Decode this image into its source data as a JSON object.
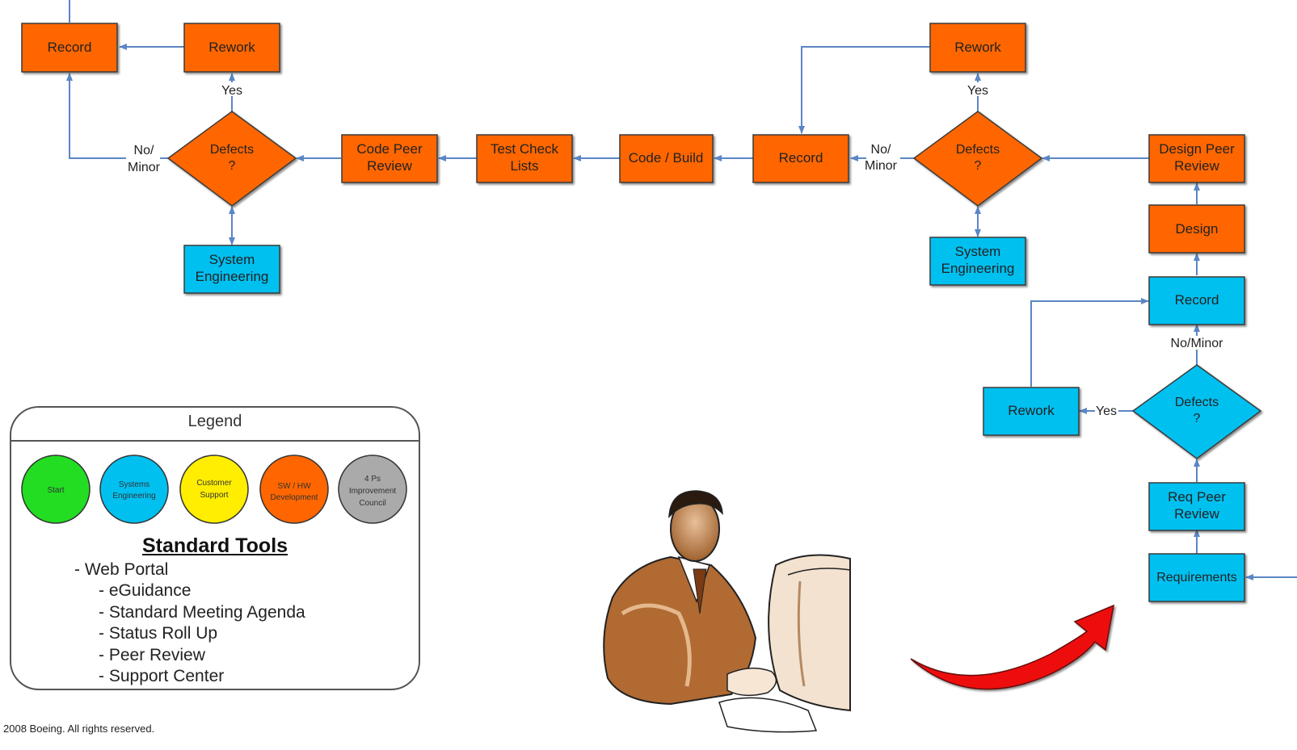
{
  "colors": {
    "orange": "#ff6600",
    "cyan": "#00c0f0",
    "arrow": "#5b86c5",
    "start_green": "#22dd22",
    "customer_yellow": "#ffee00",
    "council_gray": "#aaaaaa",
    "red_arrow": "#ee1111"
  },
  "flow": {
    "rework_tl": "Rework",
    "record_tl": "Record",
    "yes_tl": "Yes",
    "defects_l_1": "Defects",
    "defects_l_2": "?",
    "no_minor_l_1": "No/",
    "no_minor_l_2": "Minor",
    "sys_eng_l_1": "System",
    "sys_eng_l_2": "Engineering",
    "code_peer_1": "Code Peer",
    "code_peer_2": "Review",
    "test_check_1": "Test Check",
    "test_check_2": "Lists",
    "code_build": "Code / Build",
    "record_mid": "Record",
    "no_minor_m_1": "No/",
    "no_minor_m_2": "Minor",
    "defects_m_1": "Defects",
    "defects_m_2": "?",
    "rework_tr": "Rework",
    "yes_tr": "Yes",
    "sys_eng_m_1": "System",
    "sys_eng_m_2": "Engineering",
    "design_peer_1": "Design Peer",
    "design_peer_2": "Review",
    "design": "Design",
    "record_right": "Record",
    "no_minor_r": "No/Minor",
    "rework_r": "Rework",
    "yes_r": "Yes",
    "defects_r_1": "Defects",
    "defects_r_2": "?",
    "req_peer_1": "Req Peer",
    "req_peer_2": "Review",
    "requirements": "Requirements"
  },
  "legend": {
    "title": "Legend",
    "circles": {
      "start": "Start",
      "systems_1": "Systems",
      "systems_2": "Engineering",
      "customer_1": "Customer",
      "customer_2": "Support",
      "swhw_1": "SW / HW",
      "swhw_2": "Development",
      "council_1": "4 Ps",
      "council_2": "Improvement",
      "council_3": "Council"
    },
    "tools_title": "Standard Tools",
    "tools": {
      "web_portal": "- Web Portal",
      "eguidance": "- eGuidance",
      "agenda": "- Standard Meeting Agenda",
      "status": "- Status Roll Up",
      "peer": "- Peer Review",
      "support": "- Support Center"
    }
  },
  "footer": {
    "copyright": "2008 Boeing. All rights reserved."
  }
}
